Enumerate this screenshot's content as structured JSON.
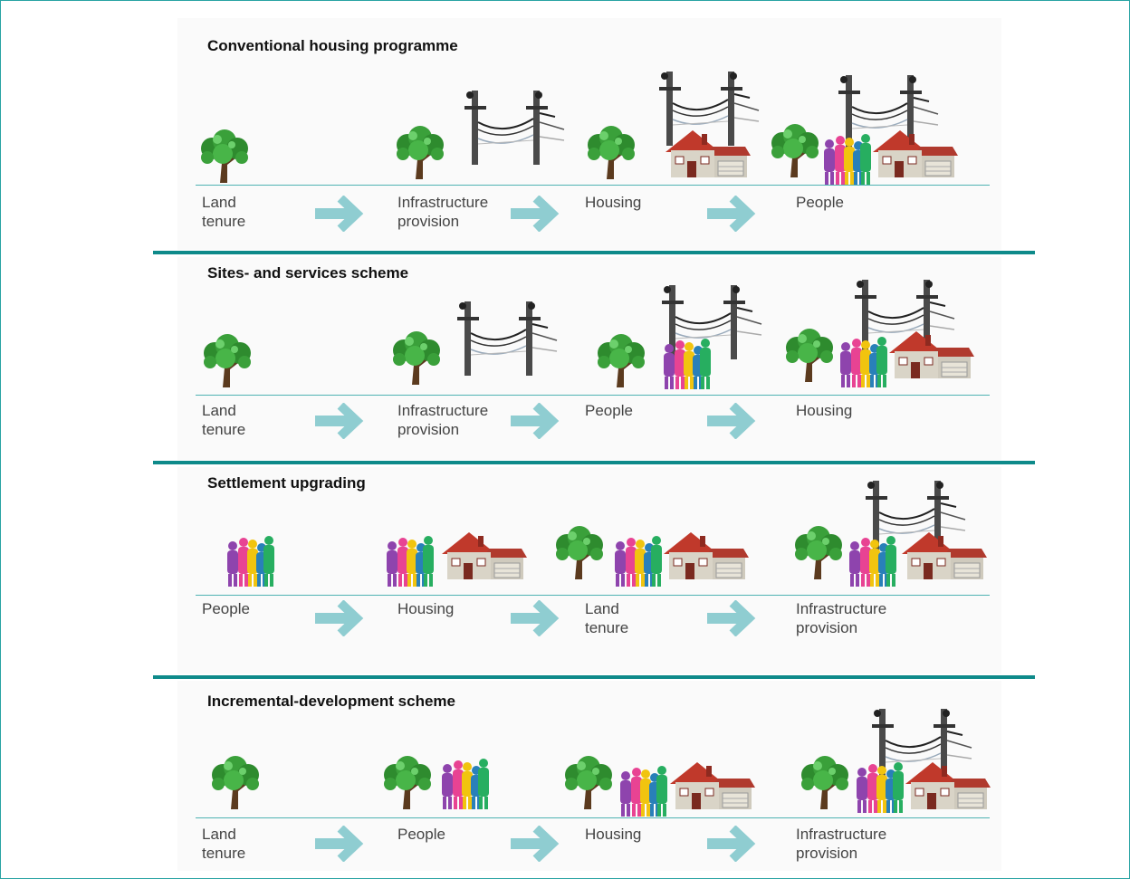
{
  "colors": {
    "divider": "#0e8a8a",
    "arrow": "#8fcdd1",
    "baseline": "#4fb3b3"
  },
  "icon_legend": {
    "tree": "tree-icon",
    "infrastructure": "power-pole-icon",
    "housing": "house-icon",
    "people": "people-icon"
  },
  "schemes": [
    {
      "title": "Conventional housing programme",
      "stages": [
        {
          "label": "Land\ntenure",
          "icons": [
            "tree"
          ]
        },
        {
          "label": "Infrastructure\nprovision",
          "icons": [
            "tree",
            "infrastructure"
          ]
        },
        {
          "label": "Housing",
          "icons": [
            "tree",
            "infrastructure",
            "housing"
          ]
        },
        {
          "label": "People",
          "icons": [
            "tree",
            "infrastructure",
            "people",
            "housing"
          ]
        }
      ]
    },
    {
      "title": "Sites- and services scheme",
      "stages": [
        {
          "label": "Land\ntenure",
          "icons": [
            "tree"
          ]
        },
        {
          "label": "Infrastructure\nprovision",
          "icons": [
            "tree",
            "infrastructure"
          ]
        },
        {
          "label": "People",
          "icons": [
            "tree",
            "infrastructure",
            "people"
          ]
        },
        {
          "label": "Housing",
          "icons": [
            "tree",
            "infrastructure",
            "people",
            "housing"
          ]
        }
      ]
    },
    {
      "title": "Settlement upgrading",
      "stages": [
        {
          "label": "People",
          "icons": [
            "people"
          ]
        },
        {
          "label": "Housing",
          "icons": [
            "people",
            "housing"
          ]
        },
        {
          "label": "Land\ntenure",
          "icons": [
            "tree",
            "people",
            "housing"
          ]
        },
        {
          "label": "Infrastructure\nprovision",
          "icons": [
            "tree",
            "infrastructure",
            "people",
            "housing"
          ]
        }
      ]
    },
    {
      "title": "Incremental-development scheme",
      "stages": [
        {
          "label": "Land\ntenure",
          "icons": [
            "tree"
          ]
        },
        {
          "label": "People",
          "icons": [
            "tree",
            "people"
          ]
        },
        {
          "label": "Housing",
          "icons": [
            "tree",
            "people",
            "housing"
          ]
        },
        {
          "label": "Infrastructure\nprovision",
          "icons": [
            "tree",
            "infrastructure",
            "people",
            "housing"
          ]
        }
      ]
    }
  ]
}
